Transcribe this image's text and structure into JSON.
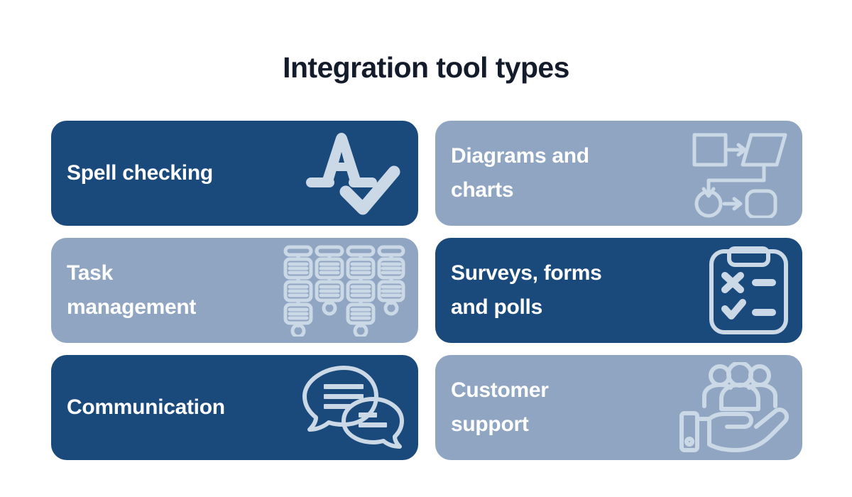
{
  "page": {
    "title": "Integration tool types",
    "background_color": "#FFFFFF",
    "title_color": "#141B2B"
  },
  "theme": {
    "dark_card_color": "#1A4A7C",
    "light_card_color": "#8FA5C2",
    "card_text_color": "#FFFFFF",
    "icon_color": "#CBD8E6"
  },
  "cards": [
    {
      "label": "Spell checking",
      "icon": "letter-a-checkmark-icon",
      "style": "dark",
      "column": "left",
      "row": 1
    },
    {
      "label": "Diagrams and\ncharts",
      "icon": "flowchart-icon",
      "style": "light",
      "column": "right",
      "row": 1
    },
    {
      "label": "Task\nmanagement",
      "icon": "kanban-board-icon",
      "style": "light",
      "column": "left",
      "row": 2
    },
    {
      "label": "Surveys, forms\nand polls",
      "icon": "clipboard-checklist-icon",
      "style": "dark",
      "column": "right",
      "row": 2
    },
    {
      "label": "Communication",
      "icon": "speech-bubbles-icon",
      "style": "dark",
      "column": "left",
      "row": 3
    },
    {
      "label": "Customer\nsupport",
      "icon": "hand-holding-people-icon",
      "style": "light",
      "column": "right",
      "row": 3
    }
  ]
}
